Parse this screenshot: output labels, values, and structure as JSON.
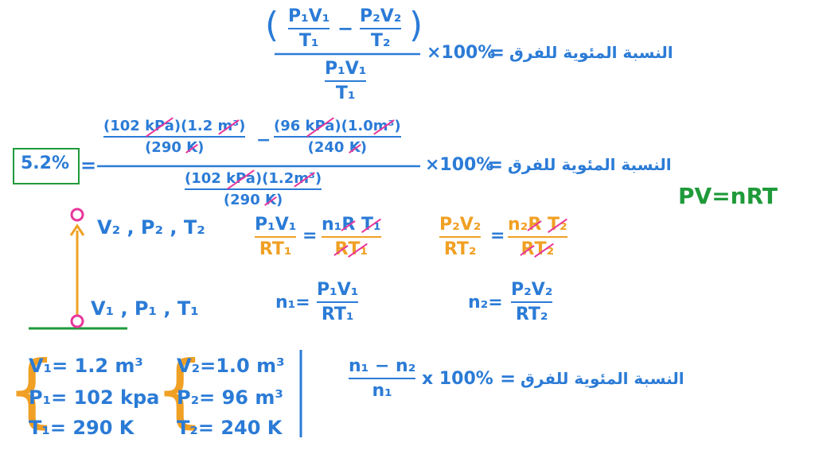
{
  "percent_label": "النسبة المئوية للفرق",
  "times100": "×100%",
  "times100b": "x 100%",
  "eq": "=",
  "row1": {
    "n1": "P₁V₁",
    "d1": "T₁",
    "minus": "−",
    "n2": "P₂V₂",
    "d2": "T₂",
    "den_num": "P₁V₁",
    "den_den": "T₁"
  },
  "row2": {
    "n1a": "(102 ",
    "n1u": "kPa",
    "n1b": ")(1.2 ",
    "n1c": "m³",
    "n1e": ")",
    "d1a": "(290 ",
    "d1u": "K",
    "d1b": ")",
    "minus": "−",
    "n2a": "(96 ",
    "n2u": "kPa",
    "n2b": ")(1.0",
    "n2c": "m³",
    "n2e": ")",
    "d2a": "(240 ",
    "d2u": "K",
    "d2b": ")",
    "dn_a": "(102 ",
    "dn_u": "kPa",
    "dn_b": ")(1.2",
    "dn_c": "m³",
    "dn_e": ")",
    "dd_a": "(290 ",
    "dd_u": "K",
    "dd_b": ")",
    "result": "5.2%"
  },
  "ideal_gas": "PV=nRT",
  "state2": "V₂ , P₂ , T₂",
  "state1": "V₁ , P₁ , T₁",
  "eqA": {
    "lhs_num": "P₁V₁",
    "lhs_den": "RT₁",
    "rhs_num_a": "n₁",
    "rhs_num_b": "R",
    "rhs_num_c": "T₁",
    "rhs_den_a": "R",
    "rhs_den_b": "T₁"
  },
  "eqB": {
    "lhs_num": "P₂V₂",
    "lhs_den": "RT₂",
    "rhs_num_a": "n₂",
    "rhs_num_b": "R",
    "rhs_num_c": "T₂",
    "rhs_den_a": "R",
    "rhs_den_b": "T₂"
  },
  "n1eq": {
    "lhs": "n₁=",
    "num": "P₁V₁",
    "den": "RT₁"
  },
  "n2eq": {
    "lhs": "n₂=",
    "num": "P₂V₂",
    "den": "RT₂"
  },
  "given1": [
    "V₁= 1.2 m³",
    "P₁= 102 kpa",
    "T₁= 290 K"
  ],
  "given2": [
    "V₂=1.0 m³",
    "P₂= 96 m³",
    "T₂= 240 K"
  ],
  "nfrac": {
    "num": "n₁ − n₂",
    "den": "n₁"
  }
}
